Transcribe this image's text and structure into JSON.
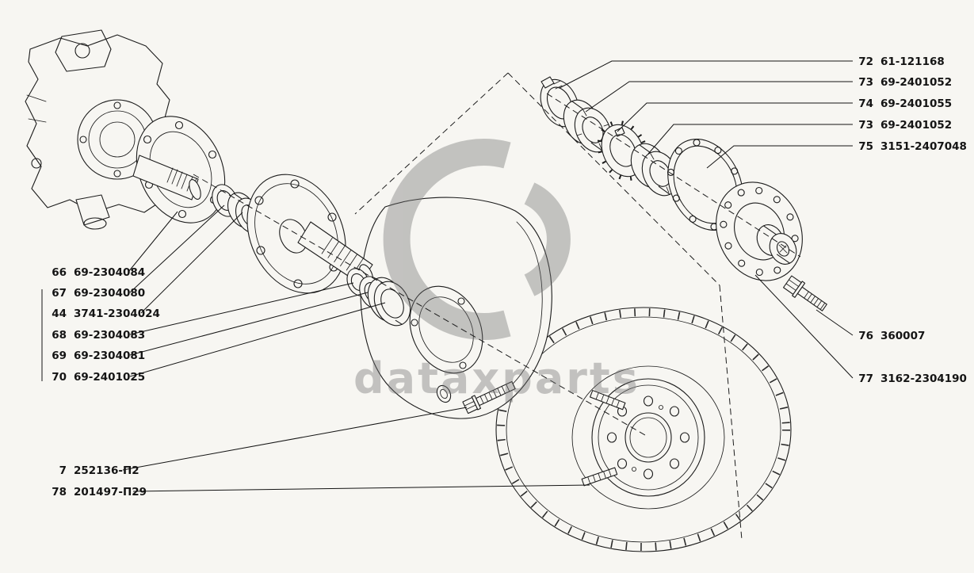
{
  "watermark": {
    "text": "dataxparts"
  },
  "parts_left": [
    {
      "num": "66",
      "code": "69-2304084"
    },
    {
      "num": "67",
      "code": "69-2304080"
    },
    {
      "num": "44",
      "code": "3741-2304024"
    },
    {
      "num": "68",
      "code": "69-2304083"
    },
    {
      "num": "69",
      "code": "69-2304081"
    },
    {
      "num": "70",
      "code": "69-2401025"
    },
    {
      "num": "7",
      "code": "252136-П2"
    },
    {
      "num": "78",
      "code": "201497-П29"
    }
  ],
  "parts_right": [
    {
      "num": "72",
      "code": "61-121168"
    },
    {
      "num": "73",
      "code": "69-2401052"
    },
    {
      "num": "74",
      "code": "69-2401055"
    },
    {
      "num": "73",
      "code": "69-2401052"
    },
    {
      "num": "75",
      "code": "3151-2407048"
    },
    {
      "num": "76",
      "code": "360007"
    },
    {
      "num": "77",
      "code": "3162-2304190"
    }
  ]
}
